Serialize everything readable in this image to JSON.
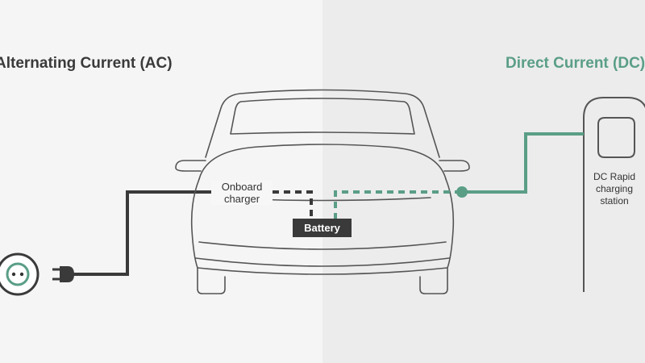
{
  "headings": {
    "ac": "Alternating Current (AC)",
    "dc": "Direct Current (DC)"
  },
  "labels": {
    "onboard_charger": "Onboard\ncharger",
    "battery": "Battery",
    "dc_station": "DC Rapid\ncharging\nstation"
  },
  "colors": {
    "ac_cable": "#3a3a3a",
    "dc_cable": "#5a9e86",
    "left_background": "#f5f5f6",
    "right_background": "#ececed",
    "car_outline": "#555555"
  },
  "icons": {
    "wall_socket": "wall-socket-icon",
    "ac_plug": "ac-plug-icon",
    "dc_connector": "dc-connector-icon",
    "charging_station": "charging-station-icon",
    "car": "car-front-icon"
  }
}
